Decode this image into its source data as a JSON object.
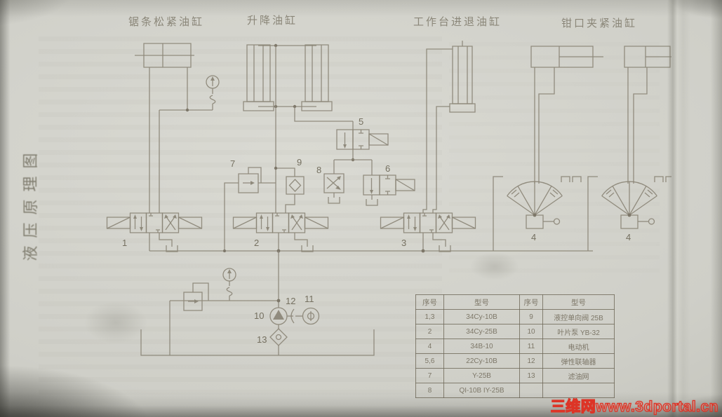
{
  "page": {
    "title_vertical": "液压原理图"
  },
  "cylinder_labels": {
    "saw": "锯条松紧油缸",
    "lift": "升降油缸",
    "worktable": "工作台进退油缸",
    "vise": "钳口夹紧油缸"
  },
  "part_numbers": {
    "1": "1",
    "2": "2",
    "3": "3",
    "4": "4",
    "5": "5",
    "6": "6",
    "7": "7",
    "8": "8",
    "9": "9",
    "10": "10",
    "11": "11",
    "12": "12",
    "13": "13"
  },
  "parts_table": {
    "headers": [
      "序号",
      "型号",
      "序号",
      "型号"
    ],
    "rows": [
      [
        "1,3",
        "34Cy-10B",
        "9",
        "液控单向阀 25B"
      ],
      [
        "2",
        "34Cy-25B",
        "10",
        "叶片泵 YB-32"
      ],
      [
        "4",
        "34B-10",
        "11",
        "电动机"
      ],
      [
        "5,6",
        "22Cy-10B",
        "12",
        "弹性联轴器"
      ],
      [
        "7",
        "Y-25B",
        "13",
        "滤油网"
      ],
      [
        "8",
        "QI-10B IY-25B",
        "",
        ""
      ]
    ]
  },
  "watermark": {
    "text": "三维网www.3dportal.cn",
    "color": "#dd3426"
  },
  "ink_color": "#8b8577"
}
